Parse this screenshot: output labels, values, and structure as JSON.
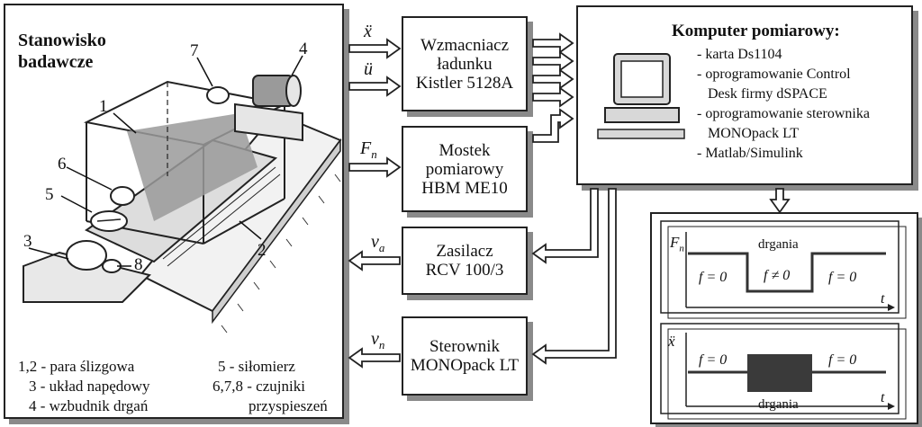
{
  "station": {
    "title_line1": "Stanowisko",
    "title_line2": "badawcze",
    "callouts": [
      "1",
      "2",
      "3",
      "4",
      "5",
      "6",
      "7",
      "8"
    ],
    "legend": {
      "l1": "1,2 - para ślizgowa",
      "l2": "3 - układ napędowy",
      "l3": "4 - wzbudnik drgań",
      "r1": "5 - siłomierz",
      "r2": "6,7,8 - czujniki",
      "r3": "przyspieszeń"
    }
  },
  "signals": {
    "x_ddot": "ẍ",
    "u_ddot": "ü",
    "Fn": "F",
    "Fn_sub": "n",
    "va": "v",
    "va_sub": "a",
    "vn": "v",
    "vn_sub": "n"
  },
  "blocks": {
    "amp": [
      "Wzmacniacz",
      "ładunku",
      "Kistler 5128A"
    ],
    "bridge": [
      "Mostek",
      "pomiarowy",
      "HBM ME10"
    ],
    "supply": [
      "Zasilacz",
      "RCV 100/3"
    ],
    "driver": [
      "Sterownik",
      "MONOpack LT"
    ]
  },
  "computer": {
    "title": "Komputer pomiarowy:",
    "items": [
      "- karta Ds1104",
      "- oprogramowanie Control",
      "Desk firmy dSPACE",
      "- oprogramowanie sterownika",
      "MONOpack LT",
      "- Matlab/Simulink"
    ]
  },
  "plots": {
    "top": {
      "ylabel": "F",
      "ylabel_sub": "n",
      "xlabel": "t",
      "region": "drgania",
      "left": "f = 0",
      "mid": "f ≠ 0",
      "right": "f = 0"
    },
    "bottom": {
      "ylabel": "ẍ",
      "xlabel": "t",
      "region": "drgania",
      "left": "f = 0",
      "right": "f = 0"
    }
  }
}
